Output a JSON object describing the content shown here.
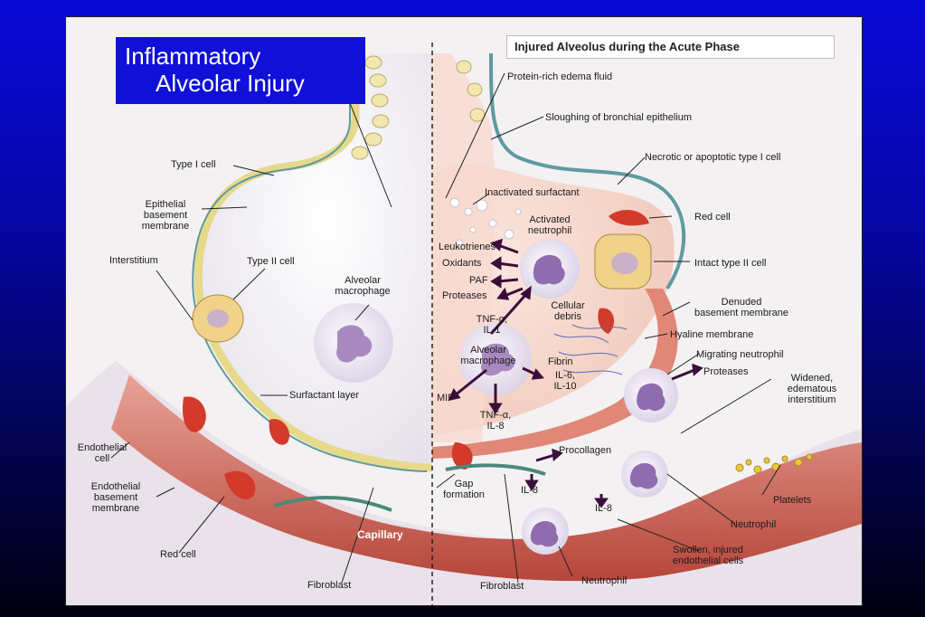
{
  "slide_title": {
    "line1": "Inflammatory",
    "line2": "Alveolar Injury"
  },
  "panel_title": "Injured Alveolus during the Acute Phase",
  "left_labels": {
    "type1": "Type I cell",
    "epi1": "Epithelial",
    "epi2": "basement",
    "epi3": "membrane",
    "interstitium": "Interstitium",
    "type2": "Type II cell",
    "macro1": "Alveolar",
    "macro2": "macrophage",
    "surfactant": "Surfactant layer",
    "endo1": "Endothelial",
    "endo2": "cell",
    "endob1": "Endothelial",
    "endob2": "basement",
    "endob3": "membrane",
    "redcell": "Red cell",
    "capillary": "Capillary",
    "fibroblast": "Fibroblast"
  },
  "right_labels": {
    "edema": "Protein-rich edema fluid",
    "sloughing": "Sloughing of bronchial epithelium",
    "necrotic": "Necrotic or apoptotic type I cell",
    "inactivated": "Inactivated surfactant",
    "activated1": "Activated",
    "activated2": "neutrophil",
    "redcell": "Red cell",
    "leukotrienes": "Leukotrienes",
    "oxidants": "Oxidants",
    "paf": "PAF",
    "proteases": "Proteases",
    "intact": "Intact type II cell",
    "cellular1": "Cellular",
    "cellular2": "debris",
    "denuded1": "Denuded",
    "denuded2": "basement membrane",
    "tnf1a": "TNF-α,",
    "tnf1b": "IL-1",
    "hyaline": "Hyaline membrane",
    "alvmac1": "Alveolar",
    "alvmac2": "macrophage",
    "fibrin": "Fibrin",
    "migrating": "Migrating neutrophil",
    "proteases2": "Proteases",
    "il6a": "IL-6,",
    "il6b": "IL-10",
    "widened1": "Widened,",
    "widened2": "edematous",
    "widened3": "interstitium",
    "mif": "MIF",
    "tnf2a": "TNF-α,",
    "tnf2b": "IL-8",
    "procollagen": "Procollagen",
    "gap1": "Gap",
    "gap2": "formation",
    "il8a": "IL-8",
    "il8b": "IL-8",
    "platelets": "Platelets",
    "neutrophil": "Neutrophil",
    "swollen1": "Swollen, injured",
    "swollen2": "endothelial cells",
    "fibroblast": "Fibroblast",
    "neutrophil2": "Neutrophil"
  }
}
